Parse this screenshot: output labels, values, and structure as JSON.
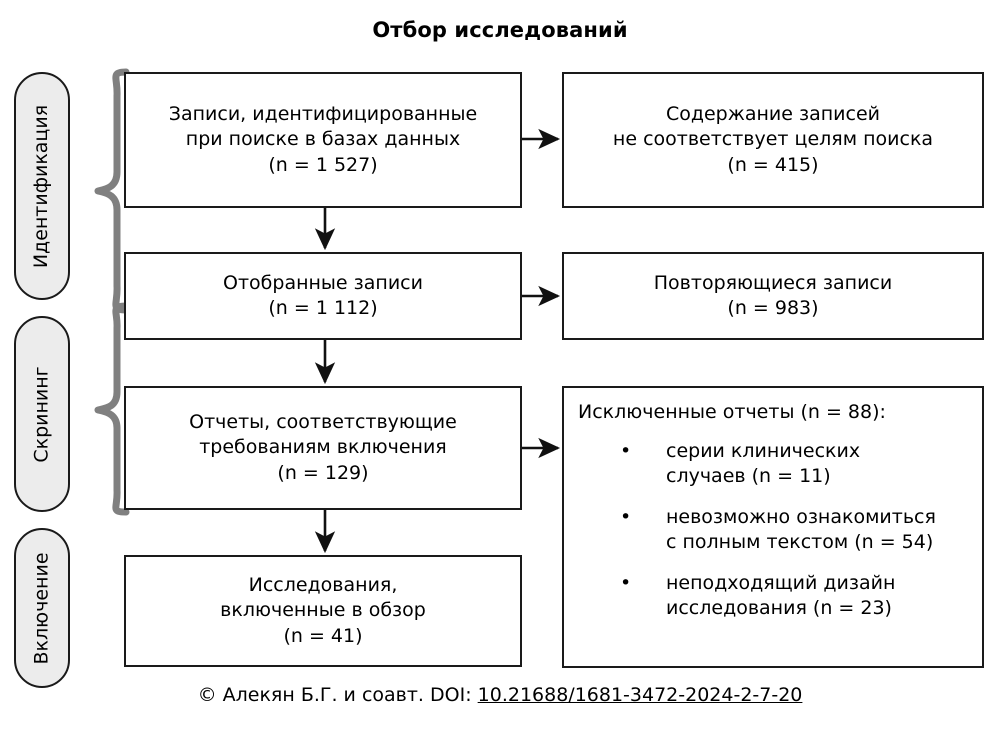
{
  "title": "Отбор исследований",
  "colors": {
    "stroke": "#1a1a1a",
    "brace": "#808080",
    "pill_fill": "#ececec",
    "background": "#ffffff"
  },
  "phases": [
    {
      "id": "identification",
      "label": "Идентификация"
    },
    {
      "id": "screening",
      "label": "Скрининг"
    },
    {
      "id": "inclusion",
      "label": "Включение"
    }
  ],
  "boxes": {
    "identified": {
      "lines": [
        "Записи, идентифицированные",
        "при поиске в базах данных",
        "(n = 1 527)"
      ],
      "n": 1527
    },
    "irrelevant": {
      "lines": [
        "Содержание записей",
        "не соответствует целям поиска",
        "(n = 415)"
      ],
      "n": 415
    },
    "screened": {
      "lines": [
        "Отобранные записи",
        "(n = 1 112)"
      ],
      "n": 1112
    },
    "duplicates": {
      "lines": [
        "Повторяющиеся записи",
        "(n = 983)"
      ],
      "n": 983
    },
    "eligible": {
      "lines": [
        "Отчеты, соответствующие",
        "требованиям включения",
        "(n = 129)"
      ],
      "n": 129
    },
    "excluded": {
      "heading": "Исключенные отчеты (n = 88):",
      "n": 88,
      "bullet_glyph": "•",
      "items": [
        {
          "lines": [
            "серии клинических",
            "случаев (n = 11)"
          ],
          "n": 11
        },
        {
          "lines": [
            "невозможно ознакомиться",
            "с полным текстом (n = 54)"
          ],
          "n": 54
        },
        {
          "lines": [
            "неподходящий дизайн",
            "исследования (n = 23)"
          ],
          "n": 23
        }
      ]
    },
    "included": {
      "lines": [
        "Исследования,",
        "включенные в обзор",
        "(n = 41)"
      ],
      "n": 41
    }
  },
  "footer": {
    "prefix": "© Алекян Б.Г. и соавт. DOI: ",
    "doi": "10.21688/1681-3472-2024-2-7-20"
  }
}
